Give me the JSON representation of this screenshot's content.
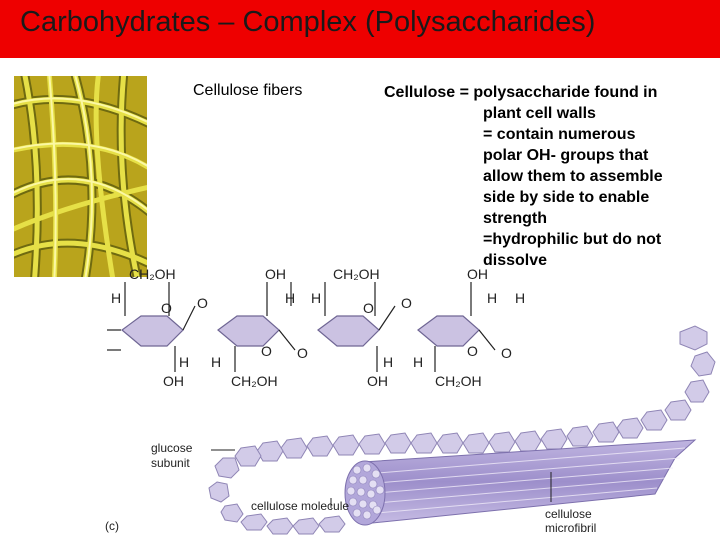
{
  "slide": {
    "title": "Carbohydrates – Complex (Polysaccharides)",
    "photo_caption": "Cellulose fibers",
    "description_lines": [
      "Cellulose = polysaccharide found in",
      "plant cell walls",
      "= contain numerous",
      "polar OH- groups that",
      "allow them to assemble",
      "side by side to enable",
      "strength",
      "=hydrophilic but do not",
      "dissolve"
    ]
  },
  "diagram": {
    "structure_labels": {
      "ch2oh": "CH₂OH",
      "oh": "OH",
      "h": "H",
      "o": "O"
    },
    "callouts": {
      "glucose_line1": "glucose",
      "glucose_line2": "subunit",
      "molecule": "cellulose molecule",
      "microfibril_line1": "cellulose",
      "microfibril_line2": "microfibril",
      "panel": "(c)"
    }
  },
  "colors": {
    "title_bar": "#ee0000",
    "photo_background": "#b9a41c",
    "ring_fill": "#cbc2e2",
    "chain_fill": "#d2cbe8",
    "fibril": "#9d8fcb"
  }
}
